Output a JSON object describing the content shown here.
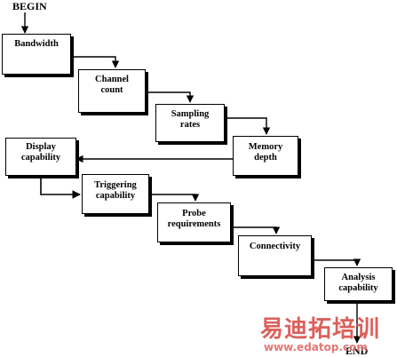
{
  "flowchart": {
    "begin": "BEGIN",
    "end": "END",
    "steps": [
      {
        "line1": "Bandwidth",
        "line2": ""
      },
      {
        "line1": "Channel",
        "line2": "count"
      },
      {
        "line1": "Sampling",
        "line2": "rates"
      },
      {
        "line1": "Memory",
        "line2": "depth"
      },
      {
        "line1": "Display",
        "line2": "capability"
      },
      {
        "line1": "Triggering",
        "line2": "capability"
      },
      {
        "line1": "Probe",
        "line2": "requirements"
      },
      {
        "line1": "Connectivity",
        "line2": ""
      },
      {
        "line1": "Analysis",
        "line2": "capability"
      }
    ]
  },
  "watermark": {
    "logo_text": "易迪拓培训",
    "url": "www.edatop.com",
    "color": "#d9534f"
  }
}
